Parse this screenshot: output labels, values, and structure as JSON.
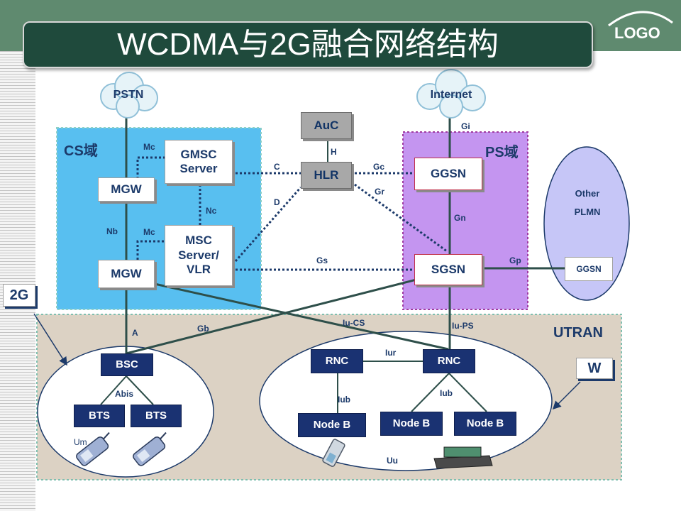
{
  "title": "WCDMA与2G融合网络结构",
  "logo": "LOGO",
  "clouds": {
    "pstn": "PSTN",
    "internet": "Internet"
  },
  "domains": {
    "cs": "CS域",
    "ps": "PS域",
    "utran": "UTRAN",
    "other_plmn_line1": "Other",
    "other_plmn_line2": "PLMN"
  },
  "nodes": {
    "mgw_top": "MGW",
    "mgw_bottom": "MGW",
    "gmsc": "GMSC Server",
    "msc": "MSC Server/ VLR",
    "auc": "AuC",
    "hlr": "HLR",
    "ggsn": "GGSN",
    "sgsn": "SGSN",
    "ggsn_other": "GGSN",
    "bsc": "BSC",
    "bts_1": "BTS",
    "bts_2": "BTS",
    "rnc_1": "RNC",
    "rnc_2": "RNC",
    "nodeb_1": "Node B",
    "nodeb_2": "Node B",
    "nodeb_3": "Node B"
  },
  "tags": {
    "two_g": "2G",
    "w": "W"
  },
  "interfaces": {
    "mc_1": "Mc",
    "mc_2": "Mc",
    "nb": "Nb",
    "nc": "Nc",
    "c": "C",
    "d": "D",
    "h": "H",
    "gc": "Gc",
    "gr": "Gr",
    "gi": "Gi",
    "gn": "Gn",
    "gs": "Gs",
    "gp": "Gp",
    "a": "A",
    "gb": "Gb",
    "iu_cs": "Iu-CS",
    "iu_ps": "Iu-PS",
    "iur": "Iur",
    "abis": "Abis",
    "iub_1": "Iub",
    "iub_2": "Iub",
    "um": "Um",
    "uu": "Uu"
  },
  "colors": {
    "header_green": "#5f8a6f",
    "title_bg": "#1f4a3c",
    "cs_domain": "#58bff0",
    "ps_domain": "#c495f0",
    "utran_bg": "#dcd2c4",
    "other_plmn": "#c6c6f7",
    "node_navy": "#1a3272",
    "label_blue": "#1c3a6a"
  },
  "icons": [
    "cloud-icon",
    "mobile-phone-icon",
    "handheld-device-icon",
    "arrow-icon"
  ]
}
